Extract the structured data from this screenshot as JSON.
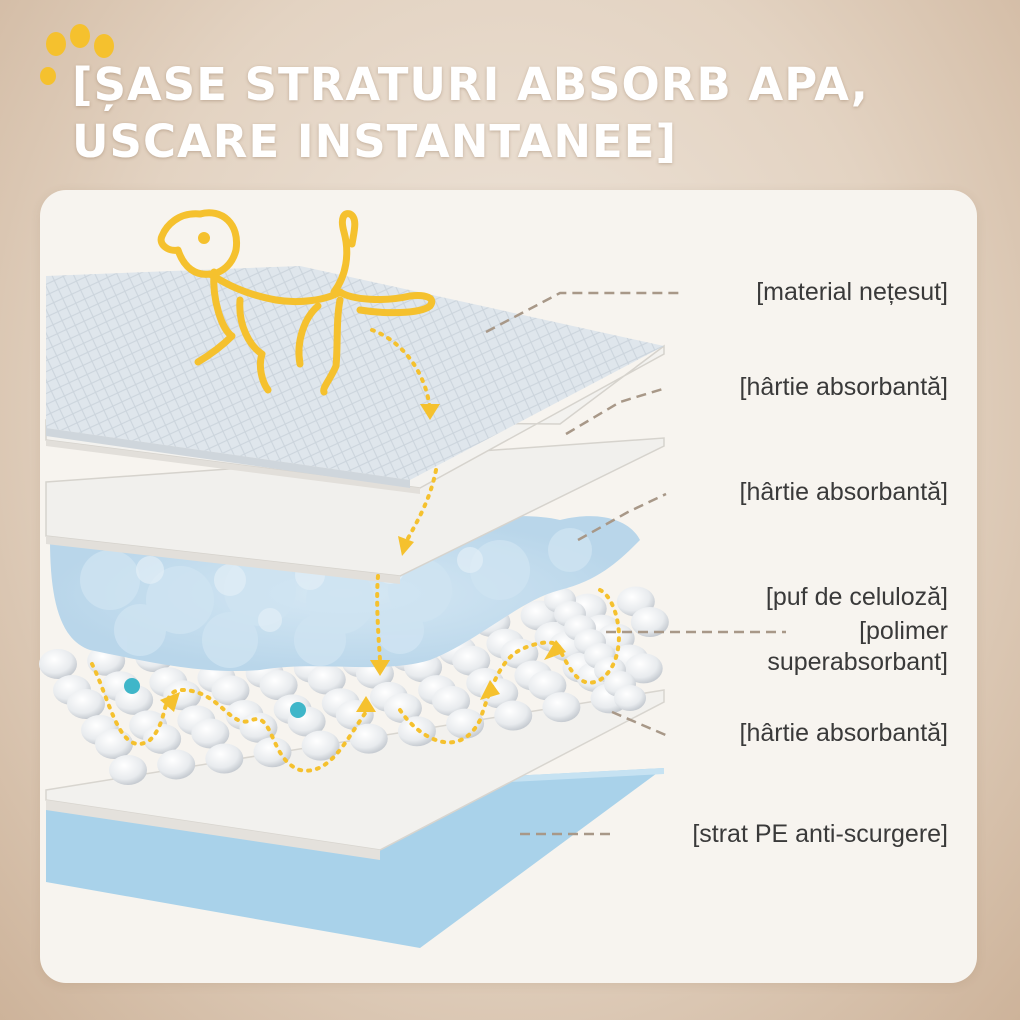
{
  "title": {
    "line1": "[ȘASE STRATURI ABSORB APA,",
    "line2": "USCARE INSTANTANEE]"
  },
  "icons": {
    "paw": "paw-icon",
    "dog": "dog-outline-icon"
  },
  "colors": {
    "accent": "#F5C12E",
    "panel": "#F7F4EF",
    "pe_layer": "#A9D2EA",
    "leader": "#A89888"
  },
  "layers": [
    {
      "label": "[material nețesut]"
    },
    {
      "label": "[hârtie absorbantă]"
    },
    {
      "label": "[hârtie absorbantă]"
    },
    {
      "label": "[puf de celuloză]"
    },
    {
      "label": "[polimer superabsorbant]",
      "line1": "[polimer",
      "line2": "superabsorbant]"
    },
    {
      "label": "[hârtie absorbantă]"
    },
    {
      "label": "[strat PE anti-scurgere]"
    }
  ]
}
